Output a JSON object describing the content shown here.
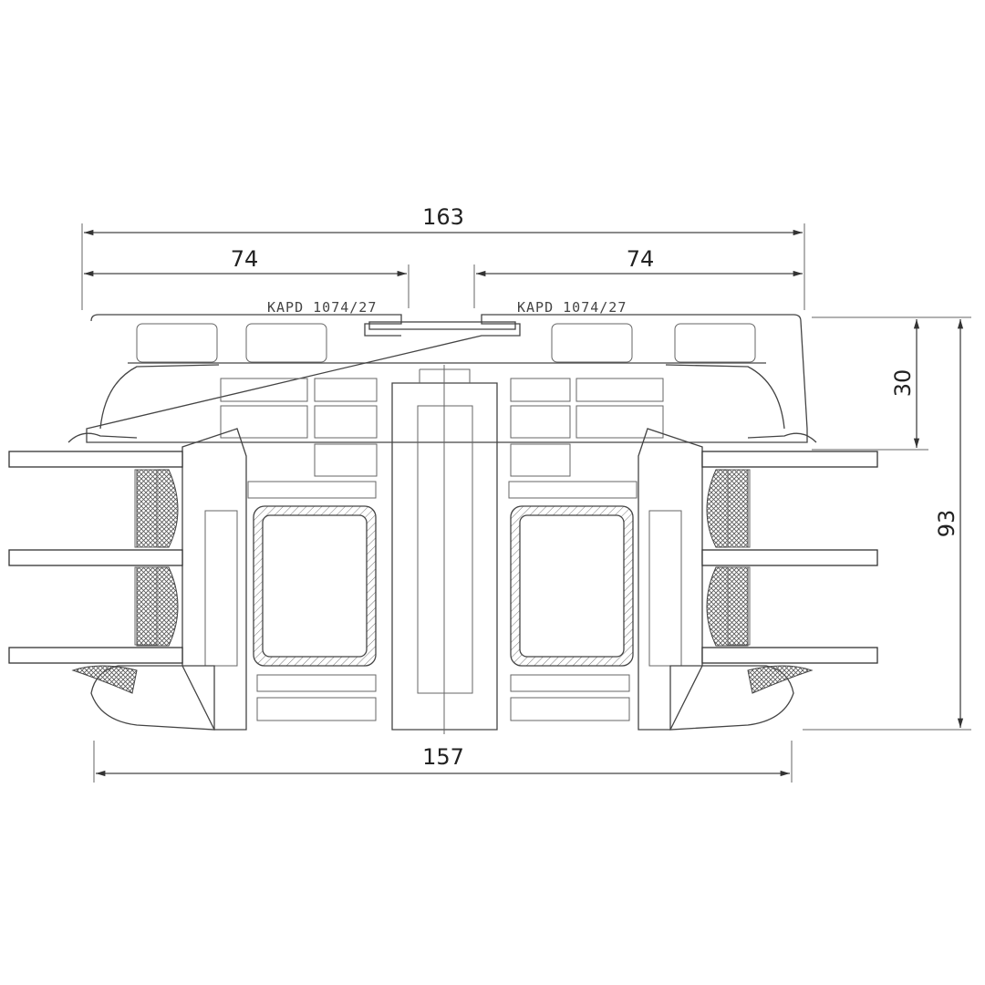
{
  "drawing": {
    "dimensions": {
      "overall_width": "163",
      "left_sash_width": "74",
      "right_sash_width": "74",
      "bottom_width": "157",
      "cover_height": "30",
      "overall_depth": "93"
    },
    "labels": {
      "left_profile": "KAPD 1074/27",
      "right_profile": "KAPD 1074/27"
    }
  }
}
